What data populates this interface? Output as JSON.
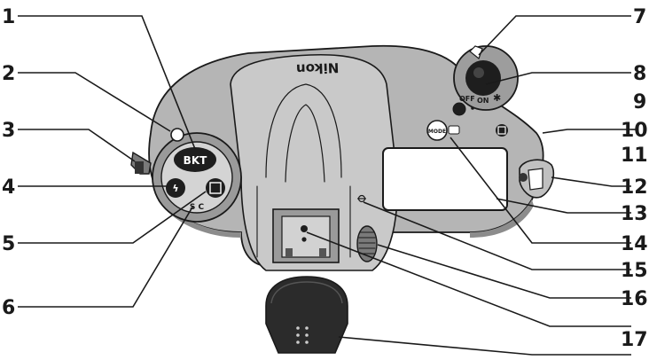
{
  "figure": {
    "callouts": {
      "c1": "1",
      "c2": "2",
      "c3": "3",
      "c4": "4",
      "c5": "5",
      "c6": "6",
      "c7": "7",
      "c8": "8",
      "c9": "9",
      "c10": "10",
      "c11": "11",
      "c12": "12",
      "c13": "13",
      "c14": "14",
      "c15": "15",
      "c16": "16",
      "c17": "17"
    },
    "printed_labels": {
      "bkt": "BKT",
      "mode": "MODE",
      "off": "OFF",
      "on": "ON",
      "brand": "Nikon",
      "s_c": "S C"
    }
  }
}
